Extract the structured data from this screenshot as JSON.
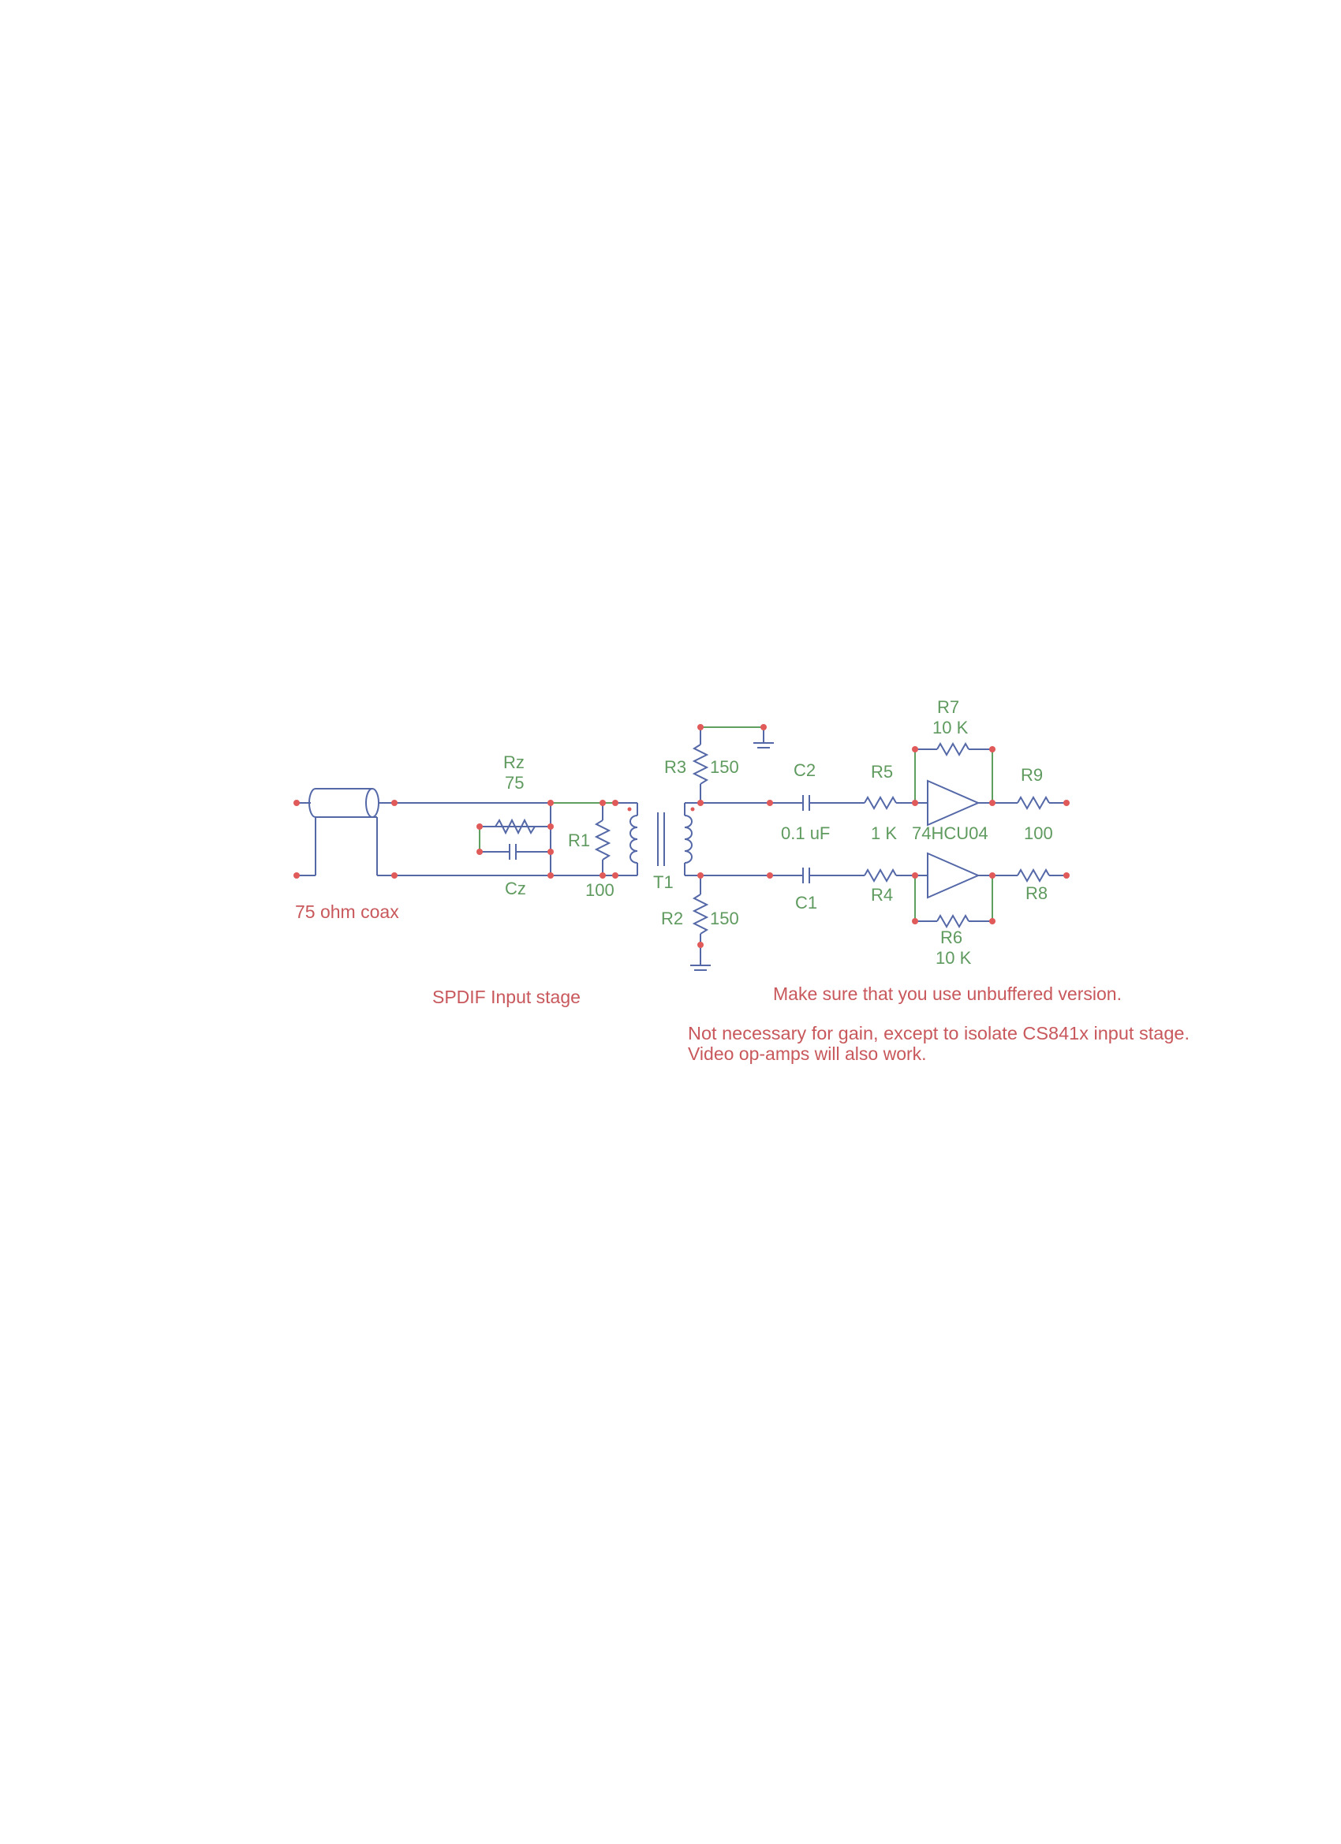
{
  "colors": {
    "wire": "#5468a8",
    "short_wire": "#5fa060",
    "label": "#5f9a5f",
    "note": "#c8585c",
    "node": "#e05a5a"
  },
  "components": {
    "rz": {
      "ref": "Rz",
      "value": "75"
    },
    "cz": {
      "ref": "Cz"
    },
    "r1": {
      "ref": "R1",
      "value": "100"
    },
    "t1": {
      "ref": "T1"
    },
    "r3": {
      "ref": "R3",
      "value": "150"
    },
    "r2": {
      "ref": "R2",
      "value": "150"
    },
    "c2": {
      "ref": "C2",
      "value": "0.1 uF"
    },
    "c1": {
      "ref": "C1"
    },
    "r5": {
      "ref": "R5",
      "value": "1 K"
    },
    "r4": {
      "ref": "R4"
    },
    "u1": {
      "part": "74HCU04"
    },
    "r7": {
      "ref": "R7",
      "value": "10 K"
    },
    "r6": {
      "ref": "R6",
      "value": "10 K"
    },
    "r9": {
      "ref": "R9",
      "value": "100"
    },
    "r8": {
      "ref": "R8"
    }
  },
  "notes": {
    "coax": "75 ohm coax",
    "stage": "SPDIF Input stage",
    "unbuffered": "Make sure that you use unbuffered version.",
    "gain_line1": "Not necessary for gain, except to isolate CS841x input stage.",
    "gain_line2": "Video op-amps will also work."
  }
}
